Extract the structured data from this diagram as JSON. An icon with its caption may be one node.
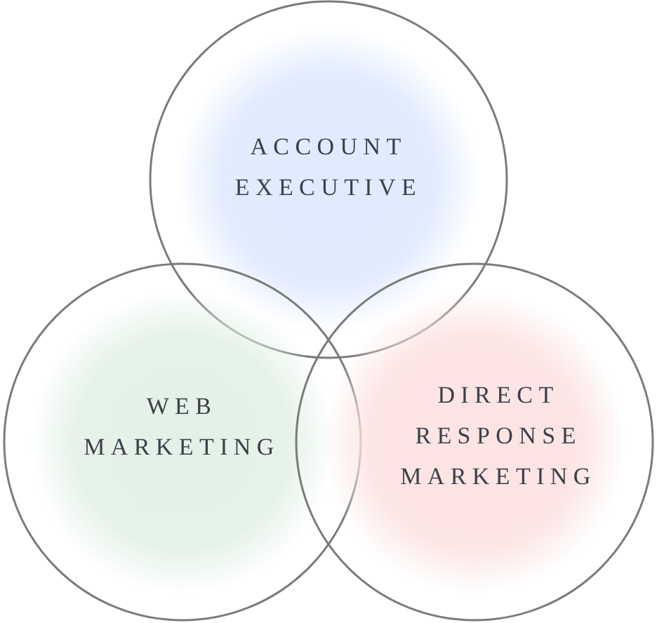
{
  "diagram": {
    "nodes": [
      {
        "text": [
          "ACCOUNT EXECUTIVE"
        ]
      },
      {
        "text": [
          "WEB MARKETING"
        ]
      },
      {
        "text": [
          "DIRECT RESPONSE MARKETING"
        ]
      }
    ]
  }
}
